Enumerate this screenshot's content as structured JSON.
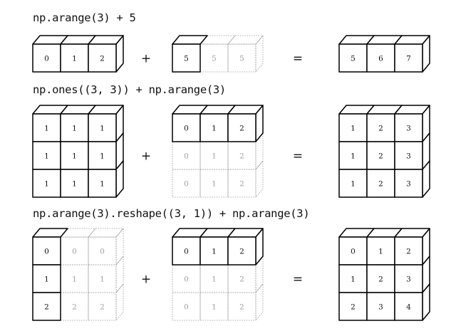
{
  "rows": [
    {
      "title": "np.arange(3) + 5",
      "operator_plus": "+",
      "operator_equals": "=",
      "left": {
        "rows": 1,
        "cols": 3,
        "cells": [
          [
            "0",
            "1",
            "2"
          ]
        ],
        "ghost": [
          [
            false,
            false,
            false
          ]
        ]
      },
      "middle": {
        "rows": 1,
        "cols": 3,
        "cells": [
          [
            "5",
            "5",
            "5"
          ]
        ],
        "ghost": [
          [
            false,
            true,
            true
          ]
        ]
      },
      "right": {
        "rows": 1,
        "cols": 3,
        "cells": [
          [
            "5",
            "6",
            "7"
          ]
        ],
        "ghost": [
          [
            false,
            false,
            false
          ]
        ]
      }
    },
    {
      "title": "np.ones((3, 3)) + np.arange(3)",
      "operator_plus": "+",
      "operator_equals": "=",
      "left": {
        "rows": 3,
        "cols": 3,
        "cells": [
          [
            "1",
            "1",
            "1"
          ],
          [
            "1",
            "1",
            "1"
          ],
          [
            "1",
            "1",
            "1"
          ]
        ],
        "ghost": [
          [
            false,
            false,
            false
          ],
          [
            false,
            false,
            false
          ],
          [
            false,
            false,
            false
          ]
        ]
      },
      "middle": {
        "rows": 3,
        "cols": 3,
        "cells": [
          [
            "0",
            "1",
            "2"
          ],
          [
            "0",
            "1",
            "2"
          ],
          [
            "0",
            "1",
            "2"
          ]
        ],
        "ghost": [
          [
            false,
            false,
            false
          ],
          [
            true,
            true,
            true
          ],
          [
            true,
            true,
            true
          ]
        ]
      },
      "right": {
        "rows": 3,
        "cols": 3,
        "cells": [
          [
            "1",
            "2",
            "3"
          ],
          [
            "1",
            "2",
            "3"
          ],
          [
            "1",
            "2",
            "3"
          ]
        ],
        "ghost": [
          [
            false,
            false,
            false
          ],
          [
            false,
            false,
            false
          ],
          [
            false,
            false,
            false
          ]
        ]
      }
    },
    {
      "title": "np.arange(3).reshape((3, 1)) + np.arange(3)",
      "operator_plus": "+",
      "operator_equals": "=",
      "left": {
        "rows": 3,
        "cols": 3,
        "cells": [
          [
            "0",
            "0",
            "0"
          ],
          [
            "1",
            "1",
            "1"
          ],
          [
            "2",
            "2",
            "2"
          ]
        ],
        "ghost": [
          [
            false,
            true,
            true
          ],
          [
            false,
            true,
            true
          ],
          [
            false,
            true,
            true
          ]
        ]
      },
      "middle": {
        "rows": 3,
        "cols": 3,
        "cells": [
          [
            "0",
            "1",
            "2"
          ],
          [
            "0",
            "1",
            "2"
          ],
          [
            "0",
            "1",
            "2"
          ]
        ],
        "ghost": [
          [
            false,
            false,
            false
          ],
          [
            true,
            true,
            true
          ],
          [
            true,
            true,
            true
          ]
        ]
      },
      "right": {
        "rows": 3,
        "cols": 3,
        "cells": [
          [
            "0",
            "1",
            "2"
          ],
          [
            "1",
            "2",
            "3"
          ],
          [
            "2",
            "3",
            "4"
          ]
        ],
        "ghost": [
          [
            false,
            false,
            false
          ],
          [
            false,
            false,
            false
          ],
          [
            false,
            false,
            false
          ]
        ]
      }
    }
  ]
}
